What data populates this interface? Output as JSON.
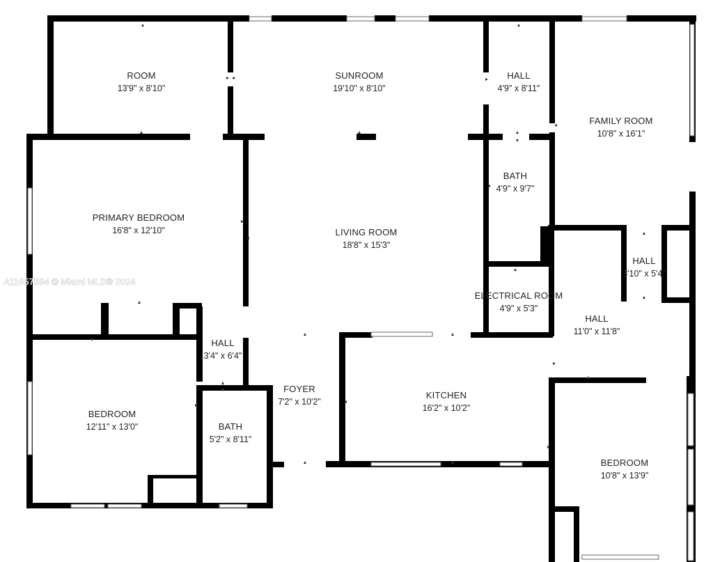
{
  "watermark": "A11657594 © Miami MLS® 2024",
  "rooms": [
    {
      "id": "room",
      "name": "ROOM",
      "dims": "13'9\" x 8'10\""
    },
    {
      "id": "sunroom",
      "name": "SUNROOM",
      "dims": "19'10\" x 8'10\""
    },
    {
      "id": "hall-top",
      "name": "HALL",
      "dims": "4'9\" x 8'11\""
    },
    {
      "id": "family-room",
      "name": "FAMILY ROOM",
      "dims": "10'8\" x 16'1\""
    },
    {
      "id": "bath-top",
      "name": "BATH",
      "dims": "4'9\" x 9'7\""
    },
    {
      "id": "primary-bedroom",
      "name": "PRIMARY BEDROOM",
      "dims": "16'8\" x 12'10\""
    },
    {
      "id": "living-room",
      "name": "LIVING ROOM",
      "dims": "18'8\" x 15'3\""
    },
    {
      "id": "hall-right",
      "name": "HALL",
      "dims": "3'10\" x 5'4\""
    },
    {
      "id": "electrical-room",
      "name": "ELECTRICAL ROOM",
      "dims": "4'9\" x 5'3\""
    },
    {
      "id": "hall-center",
      "name": "HALL",
      "dims": "11'0\" x 11'8\""
    },
    {
      "id": "hall-left",
      "name": "HALL",
      "dims": "3'4\" x 6'4\""
    },
    {
      "id": "foyer",
      "name": "FOYER",
      "dims": "7'2\" x 10'2\""
    },
    {
      "id": "kitchen",
      "name": "KITCHEN",
      "dims": "16'2\" x 10'2\""
    },
    {
      "id": "bedroom-left",
      "name": "BEDROOM",
      "dims": "12'11\" x 13'0\""
    },
    {
      "id": "bath-bottom",
      "name": "BATH",
      "dims": "5'2\" x 8'11\""
    },
    {
      "id": "bedroom-right",
      "name": "BEDROOM",
      "dims": "10'8\" x 13'9\""
    }
  ]
}
